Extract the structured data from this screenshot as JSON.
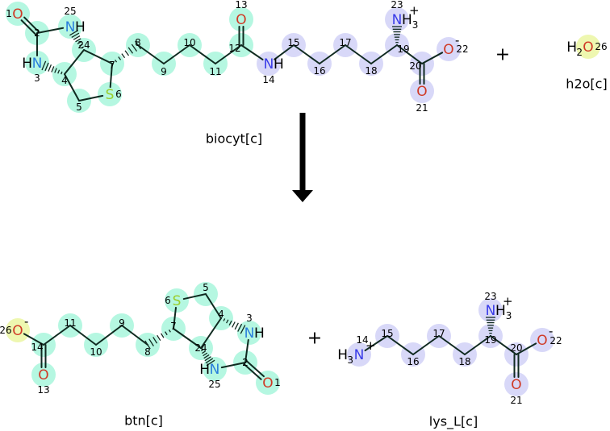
{
  "reaction": {
    "operator_plus": "+",
    "colors": {
      "ring_green": "#b5f7e1",
      "chain_purple": "#d8d8f8",
      "water_yellow": "#eef7b0",
      "oxygen": "#d03a26",
      "nitrogen_biotin": "#2a7fdc",
      "nitrogen_lysine": "#3a3ce8",
      "sulfur": "#9acd2a",
      "bond": "#102a20"
    },
    "molecules": {
      "biocyt": {
        "name": "biocyt[c]",
        "atoms": {
          "1": {
            "n": "1",
            "sym": "O"
          },
          "2": {
            "n": "2"
          },
          "25": {
            "n": "25",
            "sym": "N",
            "suffix": "H"
          },
          "24": {
            "n": "24"
          },
          "3": {
            "n": "3",
            "sym": "N",
            "prefix": "H"
          },
          "4": {
            "n": "4"
          },
          "5": {
            "n": "5"
          },
          "6": {
            "n": "6",
            "sym": "S"
          },
          "7": {
            "n": "7"
          },
          "8": {
            "n": "8"
          },
          "9": {
            "n": "9"
          },
          "10": {
            "n": "10"
          },
          "11": {
            "n": "11"
          },
          "12": {
            "n": "12"
          },
          "13": {
            "n": "13",
            "sym": "O"
          },
          "14": {
            "n": "14",
            "sym": "N",
            "suffix": "H"
          },
          "15": {
            "n": "15"
          },
          "16": {
            "n": "16"
          },
          "17": {
            "n": "17"
          },
          "18": {
            "n": "18"
          },
          "19": {
            "n": "19"
          },
          "23": {
            "n": "23",
            "sym": "N",
            "suffix": "H",
            "sub": "3",
            "charge": "+"
          },
          "20": {
            "n": "20"
          },
          "22": {
            "n": "22",
            "sym": "O",
            "charge": "-"
          },
          "21": {
            "n": "21",
            "sym": "O"
          }
        }
      },
      "h2o": {
        "name": "h2o[c]",
        "atoms": {
          "26": {
            "n": "26",
            "sym": "O",
            "prefix": "H",
            "prefixSub": "2"
          }
        }
      },
      "btn": {
        "name": "btn[c]",
        "atoms": {
          "26": {
            "n": "26",
            "sym": "O",
            "charge": "-"
          },
          "14": {
            "n": "14"
          },
          "13": {
            "n": "13",
            "sym": "O"
          },
          "11": {
            "n": "11"
          },
          "10": {
            "n": "10"
          },
          "9": {
            "n": "9"
          },
          "8": {
            "n": "8"
          },
          "7": {
            "n": "7"
          },
          "6": {
            "n": "6",
            "sym": "S"
          },
          "5": {
            "n": "5"
          },
          "4": {
            "n": "4"
          },
          "3": {
            "n": "3",
            "sym": "N",
            "suffix": "H"
          },
          "2": {
            "n": "2"
          },
          "1": {
            "n": "1",
            "sym": "O"
          },
          "24": {
            "n": "24"
          },
          "25": {
            "n": "25",
            "sym": "N",
            "prefix": "H"
          }
        }
      },
      "lys_L": {
        "name": "lys_L[c]",
        "atoms": {
          "14": {
            "n": "14",
            "sym": "N",
            "prefix": "H",
            "prefixSub": "3",
            "charge": "+"
          },
          "15": {
            "n": "15"
          },
          "16": {
            "n": "16"
          },
          "17": {
            "n": "17"
          },
          "18": {
            "n": "18"
          },
          "19": {
            "n": "19"
          },
          "23": {
            "n": "23",
            "sym": "N",
            "suffix": "H",
            "sub": "3",
            "charge": "+"
          },
          "20": {
            "n": "20"
          },
          "22": {
            "n": "22",
            "sym": "O",
            "charge": "-"
          },
          "21": {
            "n": "21",
            "sym": "O"
          }
        }
      }
    }
  }
}
